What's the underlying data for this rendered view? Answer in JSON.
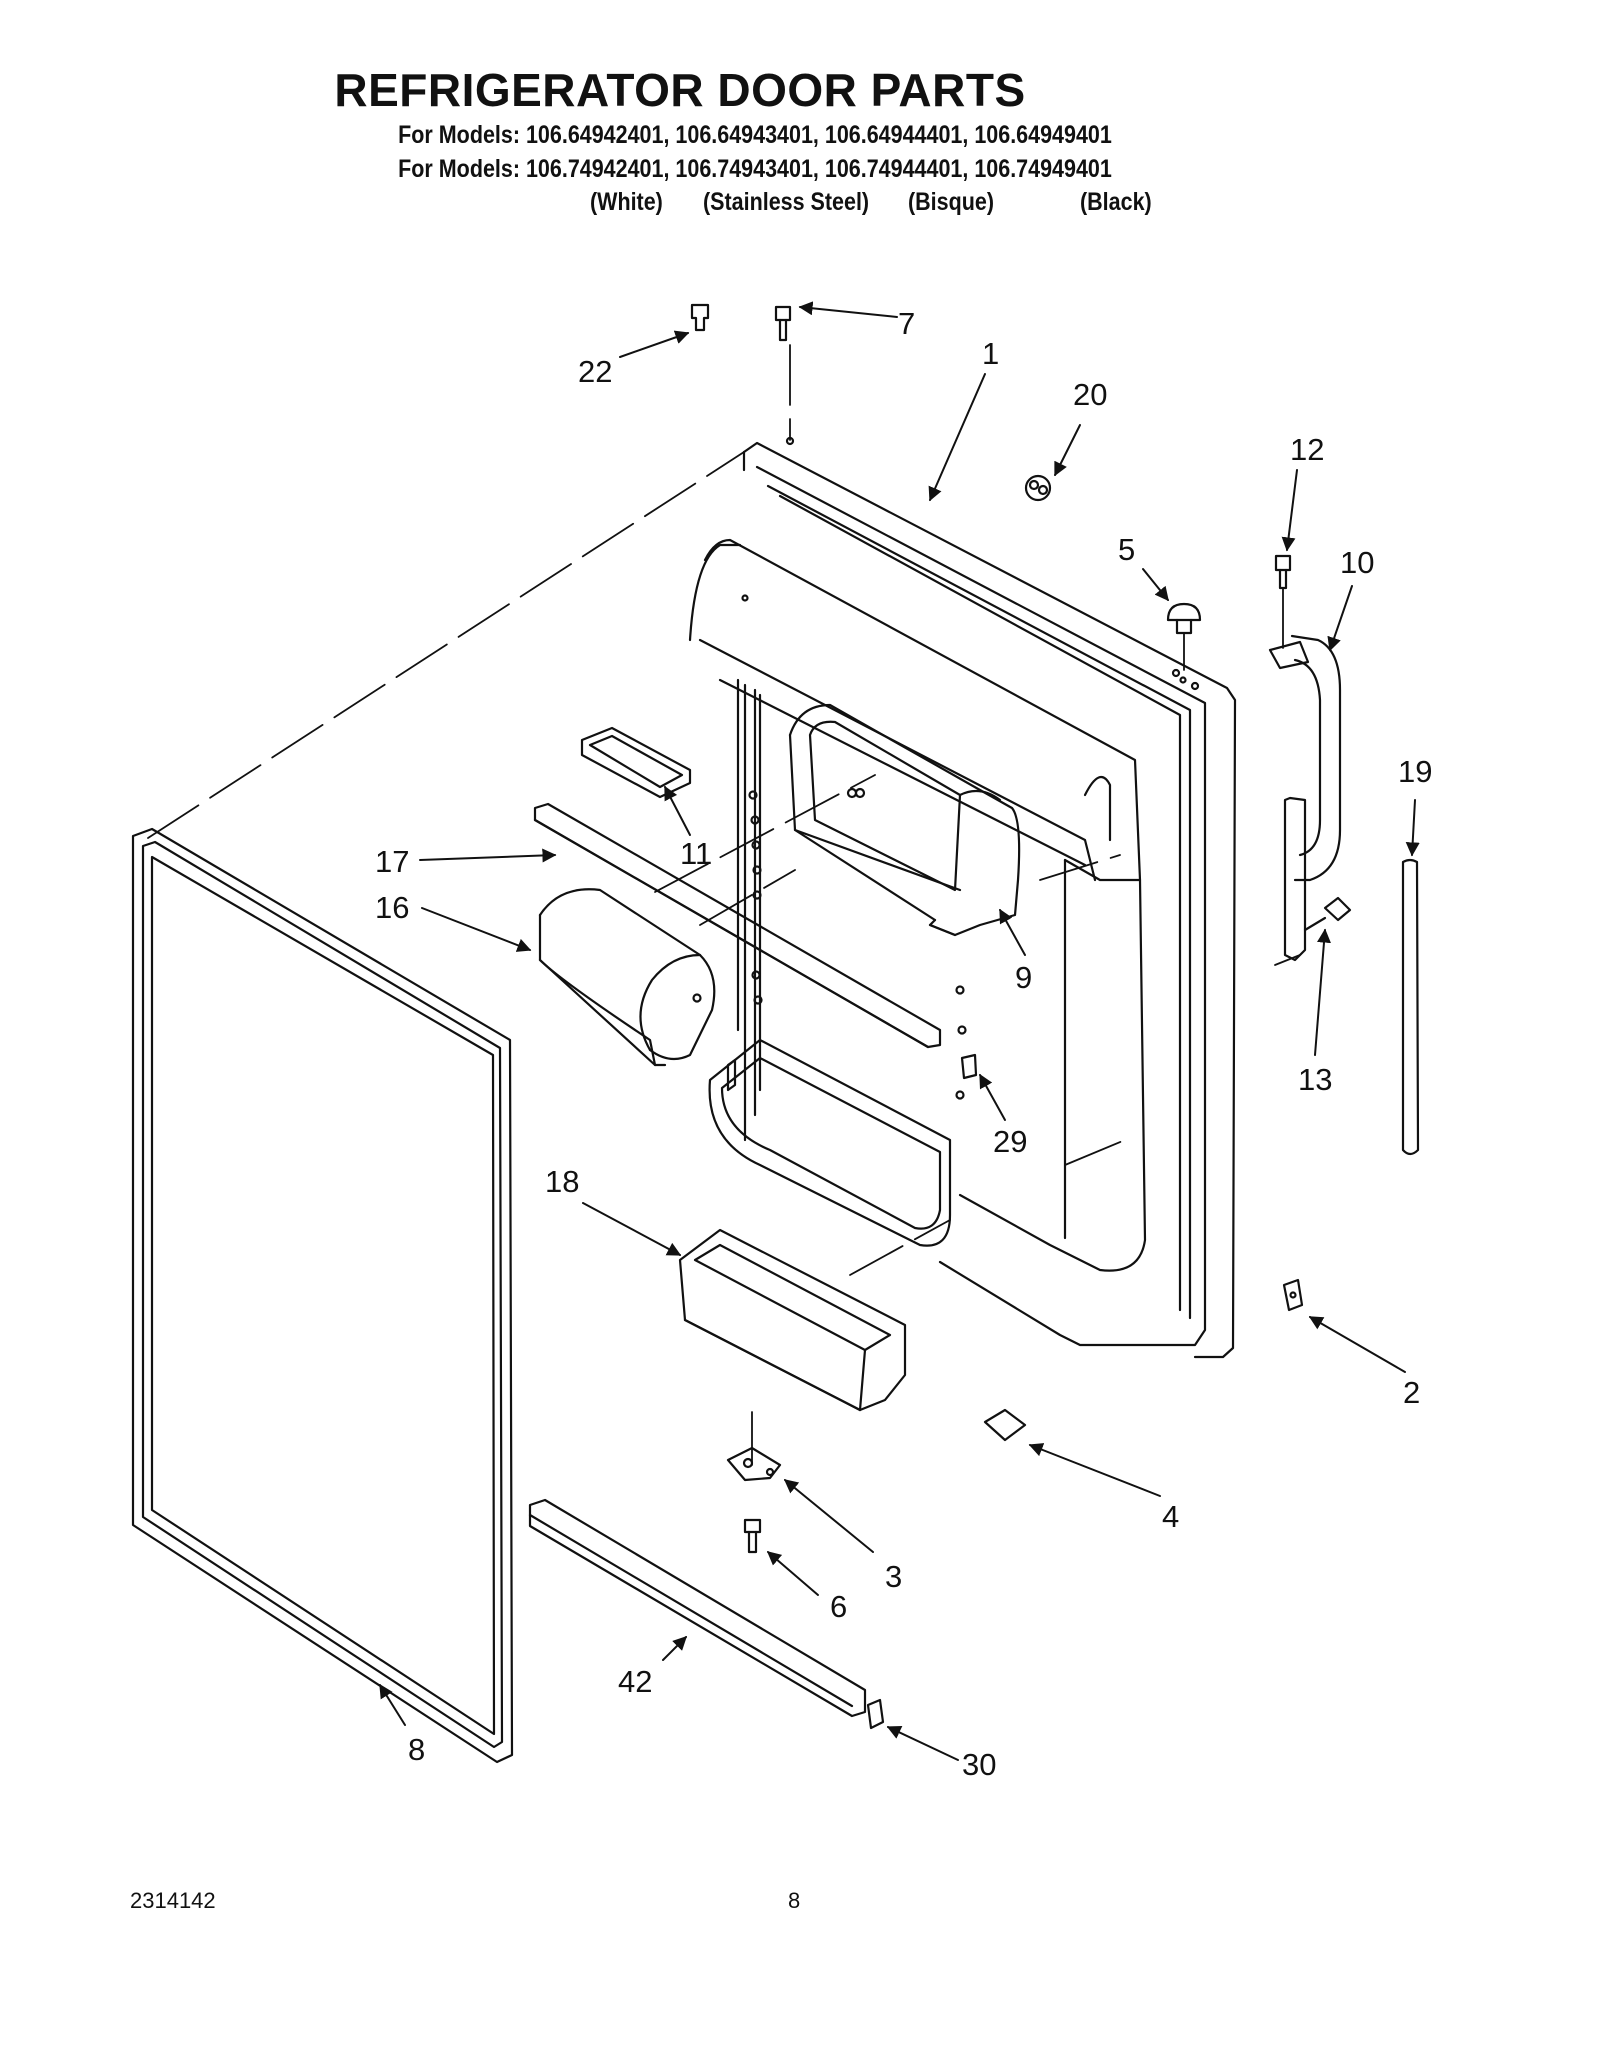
{
  "title": "REFRIGERATOR DOOR PARTS",
  "models_line_1": "For Models: 106.64942401, 106.64943401, 106.64944401, 106.64949401",
  "models_line_2": "For Models: 106.74942401, 106.74943401, 106.74944401, 106.74949401",
  "colors": {
    "white": "(White)",
    "stainless": "(Stainless Steel)",
    "bisque": "(Bisque)",
    "black": "(Black)"
  },
  "callouts": {
    "c1": "1",
    "c2": "2",
    "c3": "3",
    "c4": "4",
    "c5": "5",
    "c6": "6",
    "c7": "7",
    "c8": "8",
    "c9": "9",
    "c10": "10",
    "c11": "11",
    "c12": "12",
    "c13": "13",
    "c16": "16",
    "c17": "17",
    "c18": "18",
    "c19": "19",
    "c20": "20",
    "c22": "22",
    "c29": "29",
    "c30": "30",
    "c42": "42"
  },
  "footer": {
    "doc_number": "2314142",
    "page_number": "8"
  },
  "line_color": "#111111"
}
